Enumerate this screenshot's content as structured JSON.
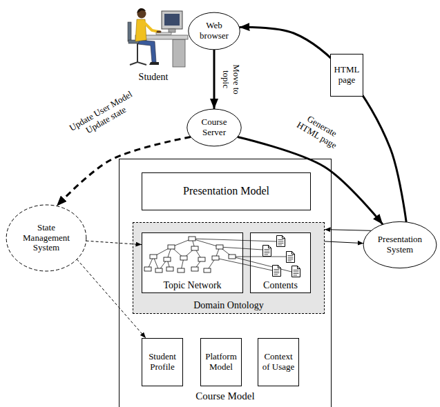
{
  "diagram": {
    "nodes": [
      {
        "text": [
          "Web browser"
        ]
      },
      {
        "text": [
          "Course Server"
        ]
      },
      {
        "text": [
          "Course Model"
        ]
      },
      {
        "text": [
          "Presentation Model"
        ],
        "in": 2
      },
      {
        "text": [
          "Domain Ontology"
        ],
        "in": 2
      },
      {
        "text": [
          "Topic Network"
        ],
        "in": 4
      },
      {
        "text": [
          "Contents"
        ],
        "in": 4
      },
      {
        "text": [
          "Student Profile"
        ],
        "in": 2
      },
      {
        "text": [
          "Platform Model"
        ],
        "in": 2
      },
      {
        "text": [
          "Context of Usage"
        ],
        "in": 2
      },
      {
        "text": [
          "State Management System"
        ]
      },
      {
        "text": [
          "Presentation System"
        ]
      }
    ],
    "edges": [
      {
        "from": 0,
        "to": 1,
        "label": "Move to topic",
        "arrow": "to"
      },
      {
        "from": 1,
        "to": 10,
        "label": "Update User Model Update state",
        "arrow": "to"
      },
      {
        "from": 1,
        "to": 11,
        "label": "Generate HTML page",
        "arrow": "to"
      },
      {
        "from": 11,
        "to": 0,
        "label": "HTML page",
        "arrow": "to"
      },
      {
        "from": 10,
        "to": 5,
        "arrow": "to"
      },
      {
        "from": 10,
        "to": 7,
        "arrow": "to"
      },
      {
        "from": 11,
        "to": 4,
        "arrow": "to"
      },
      {
        "from": 4,
        "to": 11,
        "arrow": "to"
      }
    ],
    "labels": [
      "Student"
    ]
  }
}
